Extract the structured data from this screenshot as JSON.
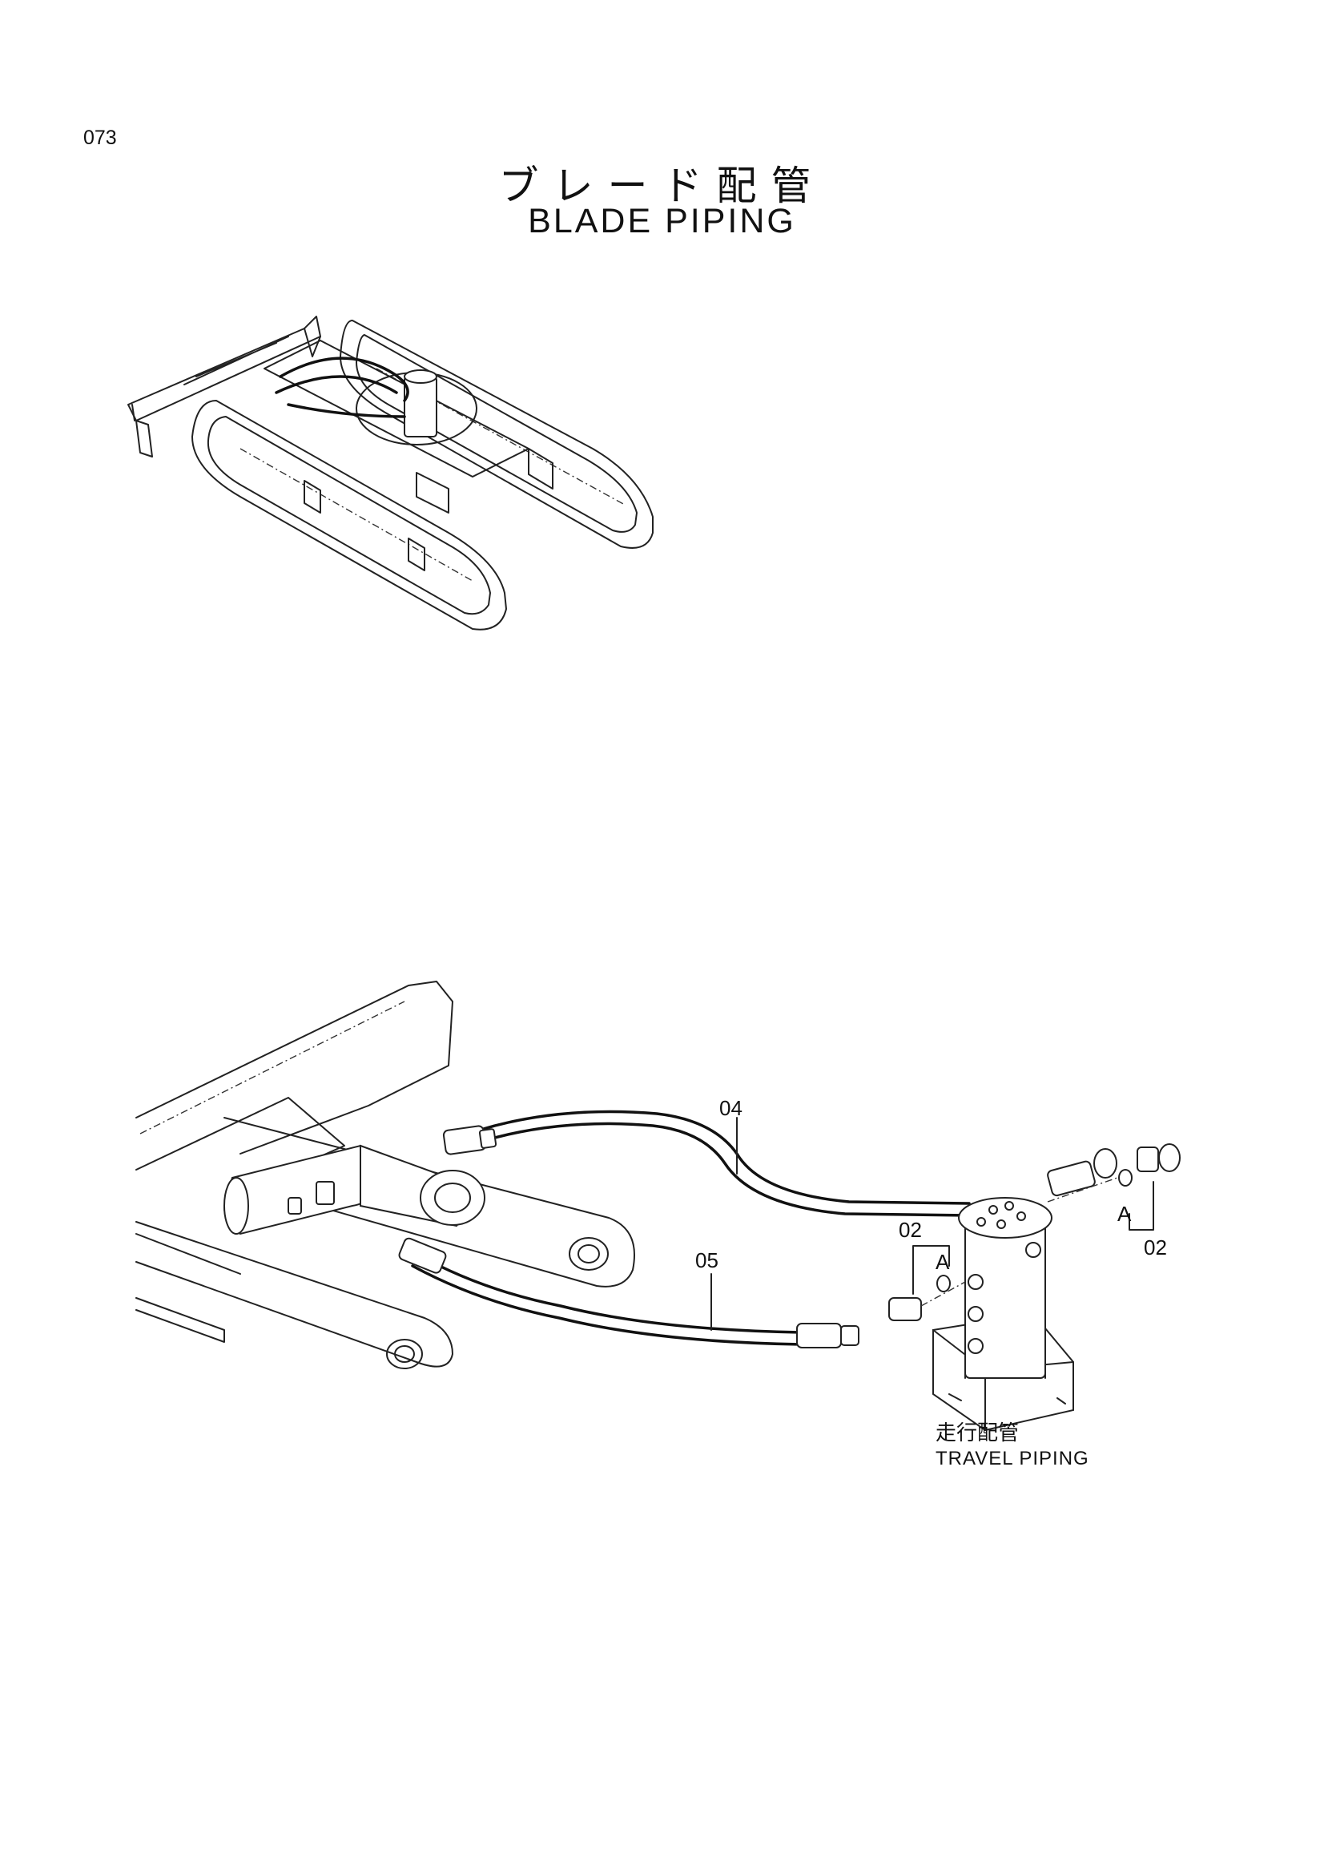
{
  "page_number": "073",
  "title": {
    "japanese": "ブレード配管",
    "english": "BLADE PIPING"
  },
  "callouts": {
    "c04": "04",
    "c05": "05",
    "c02_left": "02",
    "c02_right": "02",
    "a_left": "A",
    "a_right": "A"
  },
  "note": {
    "japanese": "走行配管",
    "english": "TRAVEL PIPING"
  }
}
